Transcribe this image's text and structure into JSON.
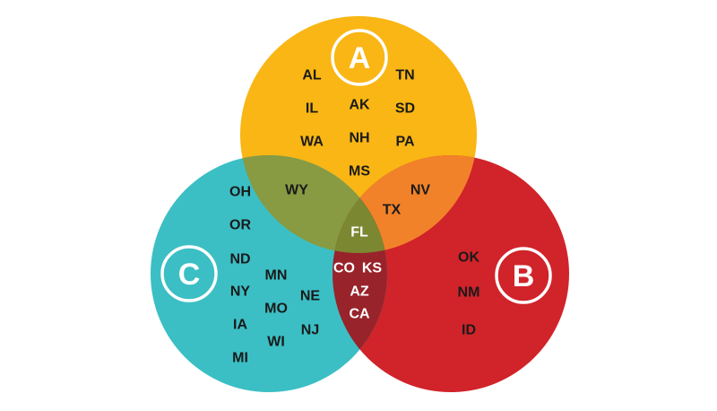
{
  "colors": {
    "a_only": "#F9B614",
    "b_only": "#D1232A",
    "c_only": "#3BBFC4",
    "a_and_b": "#F1822A",
    "a_and_c": "#889A42",
    "b_and_c": "#98232B",
    "all": "#7C8731",
    "label_dark": "#1a1a1a",
    "label_light": "#ffffff"
  },
  "sets": [
    {
      "id": "a",
      "label": "A"
    },
    {
      "id": "b",
      "label": "B"
    },
    {
      "id": "c",
      "label": "C"
    }
  ],
  "regions": {
    "a_only": [
      "AL",
      "TN",
      "IL",
      "AK",
      "SD",
      "NH",
      "WA",
      "PA",
      "MS"
    ],
    "b_only": [
      "OK",
      "NM",
      "ID"
    ],
    "c_only": [
      "OH",
      "OR",
      "ND",
      "MN",
      "NY",
      "NE",
      "MO",
      "IA",
      "NJ",
      "WI",
      "MI"
    ],
    "a_and_b": [
      "NV",
      "TX"
    ],
    "a_and_c": [
      "WY"
    ],
    "b_and_c": [
      "CO",
      "KS",
      "AZ",
      "CA"
    ],
    "all": [
      "FL"
    ]
  }
}
